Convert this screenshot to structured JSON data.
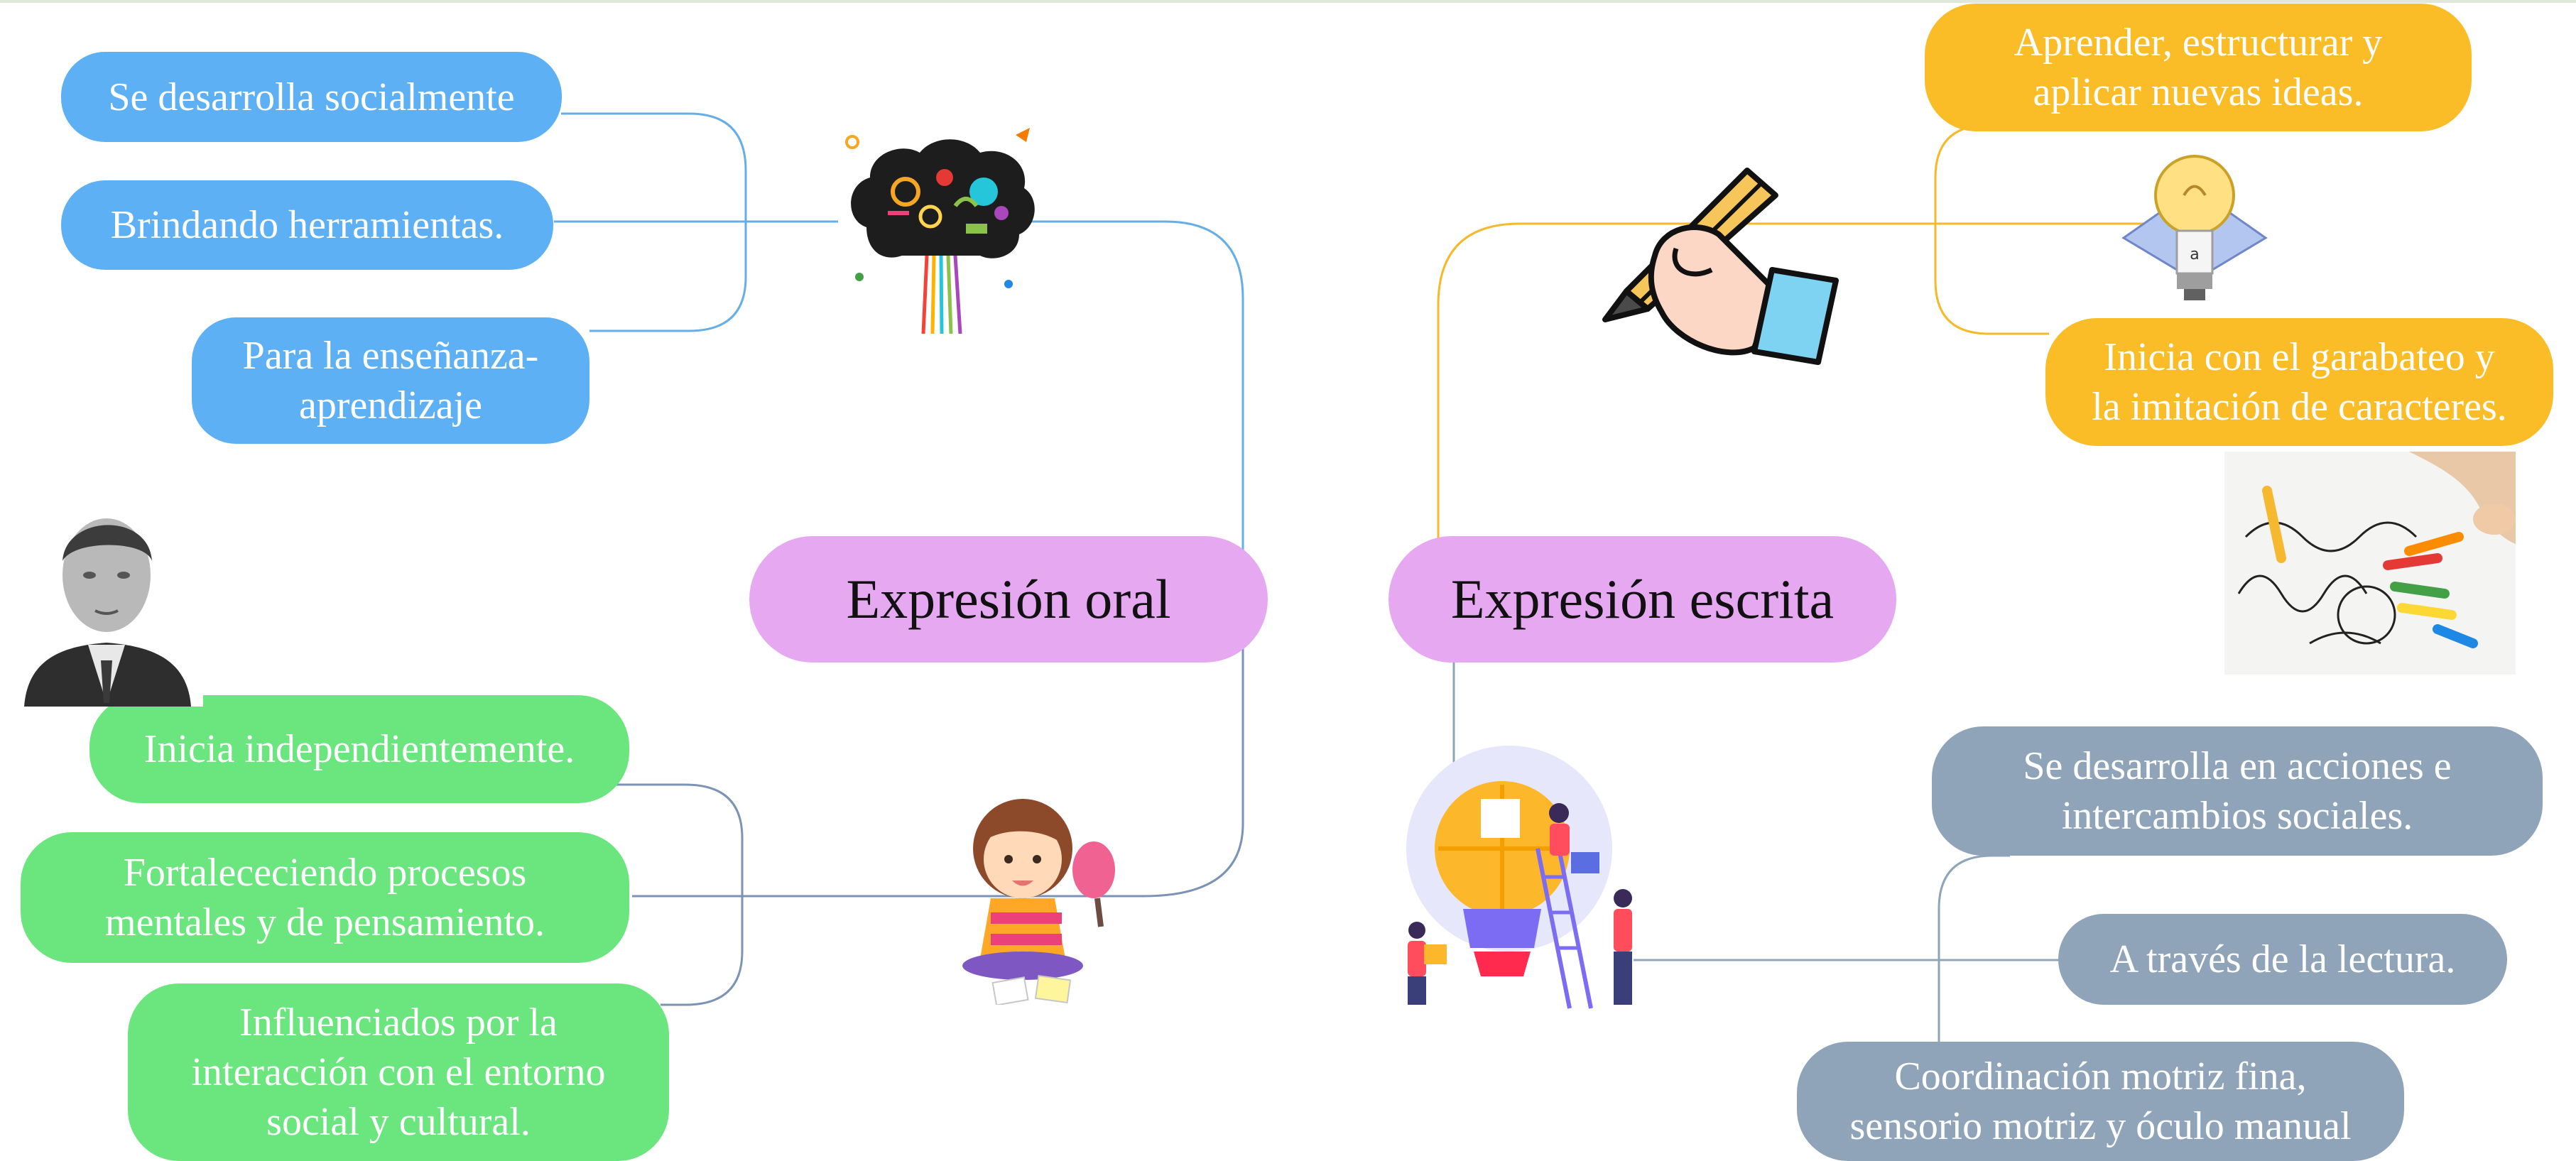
{
  "centers": {
    "oral": "Expresión oral",
    "escrita": "Expresión escrita"
  },
  "oral": {
    "top": [
      "Se desarrolla socialmente",
      "Brindando herramientas.",
      "Para la enseñanza-\naprendizaje"
    ],
    "bottom": [
      "Inicia independientemente.",
      "Fortalececiendo procesos\nmentales y de pensamiento.",
      "Influenciados por la\ninteracción con el entorno\nsocial y cultural."
    ]
  },
  "escrita": {
    "top": [
      "Aprender, estructurar y\naplicar nuevas ideas.",
      "Inicia con el garabateo y\nla imitación de caracteres."
    ],
    "bottom": [
      "Se desarrolla en acciones e\nintercambios sociales.",
      "A través de la lectura.",
      "Coordinación motriz fina,\nsensorio motriz y óculo manual"
    ]
  },
  "colors": {
    "blue": "#5db0f4",
    "green": "#6be57e",
    "gold": "#fbbd27",
    "slate": "#8fa4b8",
    "center": "#e6a8f1"
  },
  "icons": [
    "brain-illustration",
    "portrait-photo",
    "girl-playing-illustration",
    "hand-pencil-icon",
    "lightbulb-icon",
    "child-drawing-photo",
    "teamwork-puzzle-lightbulb-illustration"
  ]
}
